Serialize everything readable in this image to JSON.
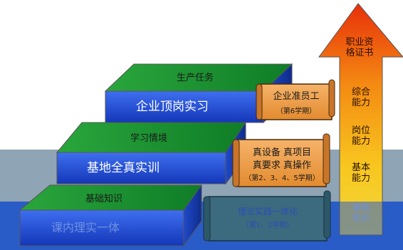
{
  "steps": [
    {
      "top_label": "生产任务",
      "face_label": "企业顶岗实习"
    },
    {
      "top_label": "学习情境",
      "face_label": "基地全真实训"
    },
    {
      "top_label": "基础知识",
      "face_label": "课内理实一体"
    }
  ],
  "scrolls": [
    {
      "title": "企业准员工",
      "sub": "（第6学期）"
    },
    {
      "line1": "真设备  真项目",
      "line2": "真要求  真操作",
      "sub": "（第2、3、4、5学期）"
    },
    {
      "title": "理论实践一体化",
      "sub": "（第1、2学期）"
    }
  ],
  "arrow": {
    "tip": "职业资\n格证书",
    "items": [
      "综合\n能力",
      "岗位\n能力",
      "基本\n能力",
      "基础\n知识"
    ]
  }
}
